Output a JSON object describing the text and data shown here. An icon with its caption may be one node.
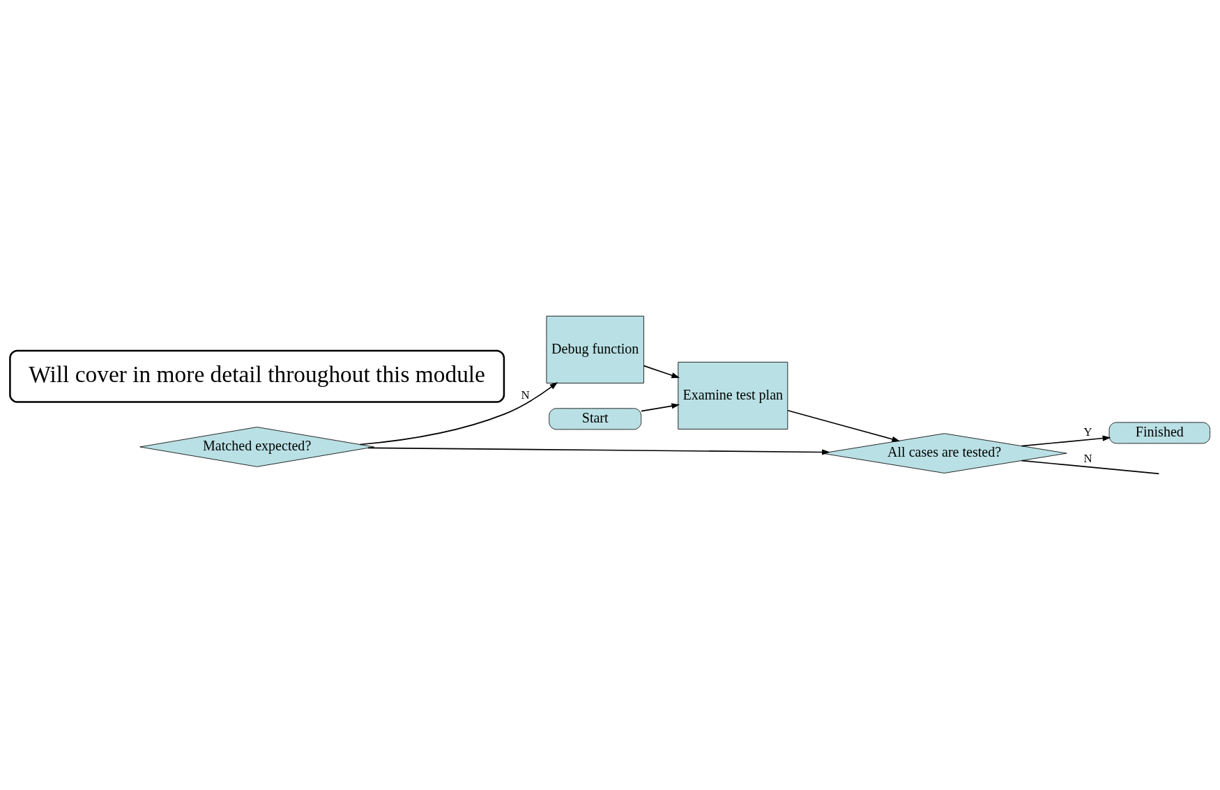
{
  "diagram": {
    "nodes": [
      {
        "text": [
          "Start"
        ]
      },
      {
        "text": [
          "Examine test plan"
        ]
      },
      {
        "text": [
          "All cases are tested?"
        ]
      },
      {
        "text": [
          "Will cover in more detail throughout this module"
        ]
      },
      {
        "text": [
          "Matched expected?"
        ]
      },
      {
        "text": [
          "Debug function"
        ]
      },
      {
        "text": [
          "Finished"
        ]
      }
    ],
    "edges": [
      {
        "from": 0,
        "to": 1,
        "arrow": "to"
      },
      {
        "from": 1,
        "to": 2,
        "arrow": "to"
      },
      {
        "from": 2,
        "to": 6,
        "arrow": "to",
        "label": "Y"
      },
      {
        "from": 2,
        "to": null,
        "arrow": "none",
        "label": "N"
      },
      {
        "from": 4,
        "to": 2,
        "arrow": "to"
      },
      {
        "from": 4,
        "to": 5,
        "arrow": "to",
        "label": "N"
      },
      {
        "from": 5,
        "to": 1,
        "arrow": "to"
      }
    ]
  }
}
